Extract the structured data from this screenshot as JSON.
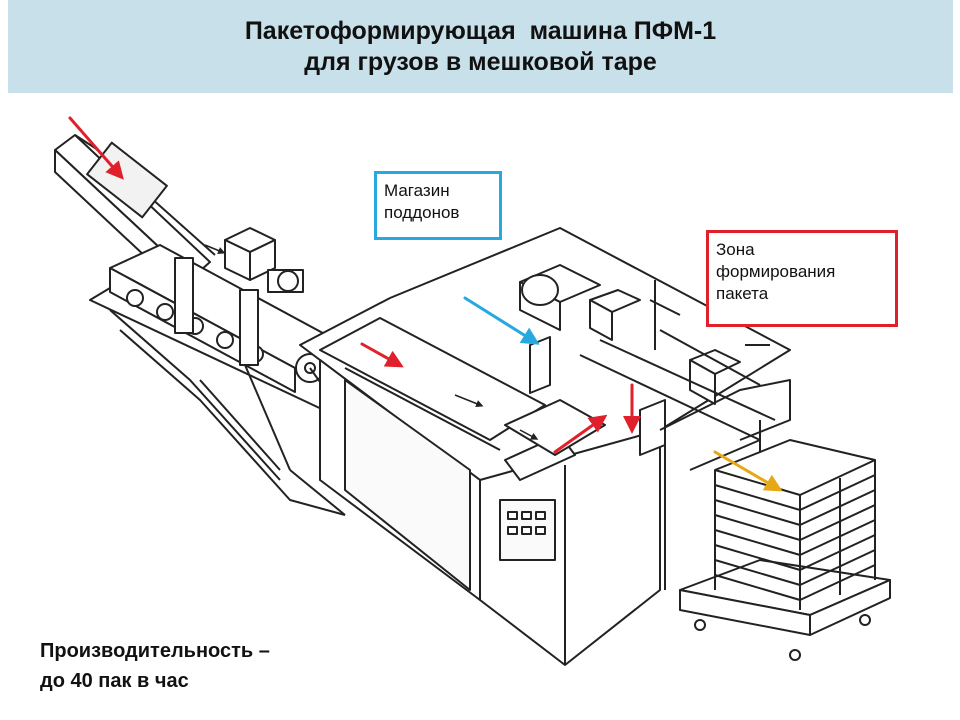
{
  "slide": {
    "title_lines": [
      "Пакетоформирующая  машина ПФМ-1",
      "для грузов в мешковой таре"
    ],
    "callouts": {
      "pallet_magazine": {
        "lines": [
          "Магазин",
          "поддонов"
        ],
        "border_color": "#27a9e0"
      },
      "formation_zone": {
        "lines": [
          "Зона",
          "формирования",
          "пакета"
        ],
        "border_color": "#e0202a"
      }
    },
    "capacity_lines": [
      "Производительность –",
      "до 40 пак в час"
    ]
  },
  "drawing": {
    "subject": "pallet-bag-stacking-machine",
    "arrow_colors": {
      "product_flow": "#e0202a",
      "pallet_flow": "#27a9e0",
      "pack_exit": "#e6a817"
    }
  }
}
